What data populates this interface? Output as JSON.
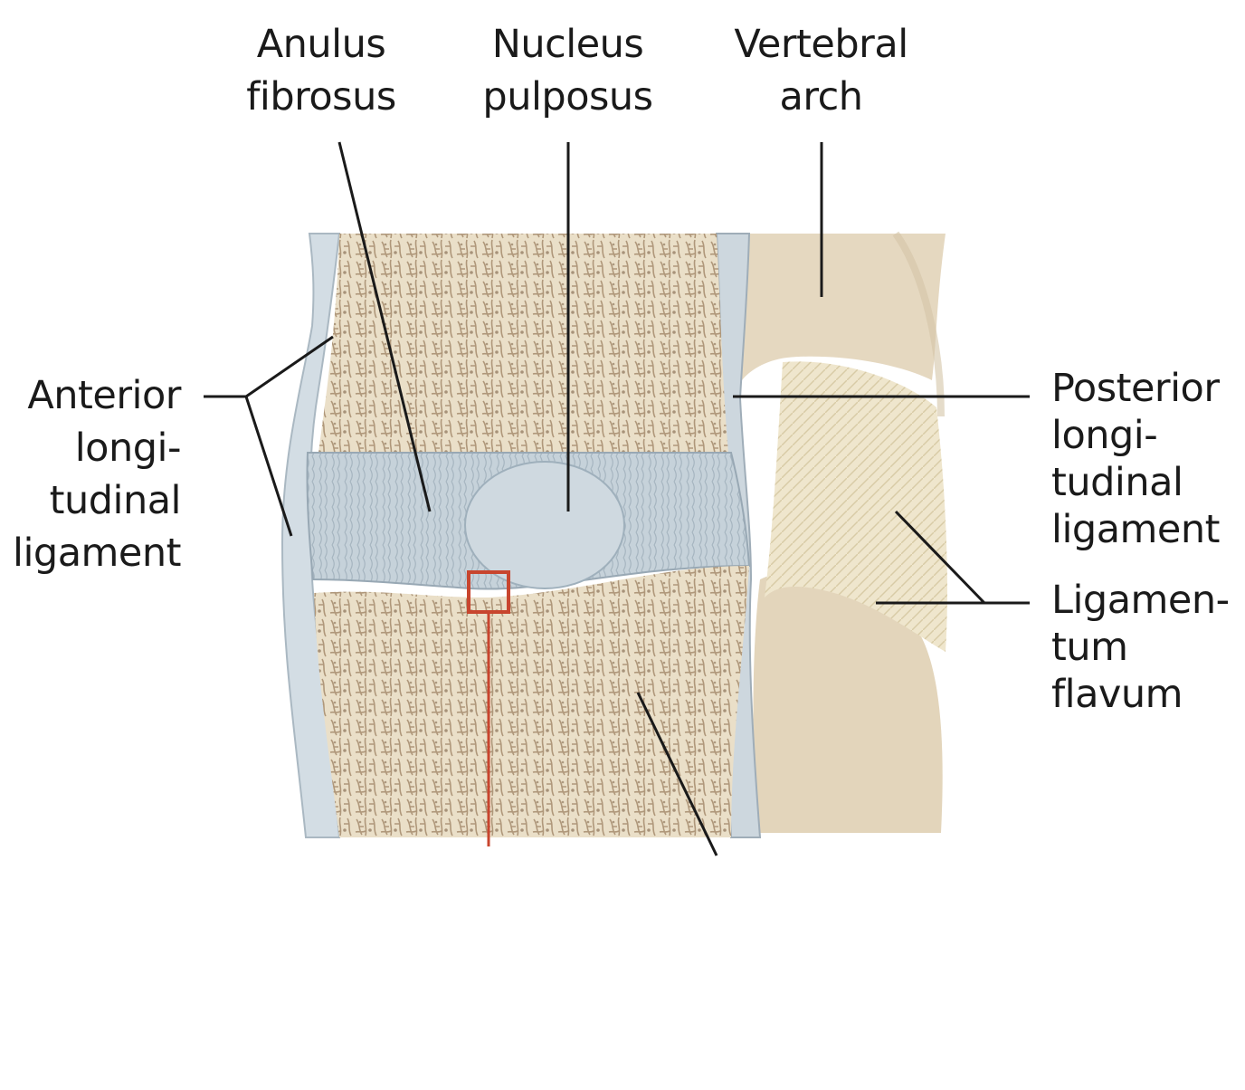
{
  "labels": {
    "anulus_fibrosus": [
      "Anulus",
      "fibrosus"
    ],
    "nucleus_pulposus": [
      "Nucleus",
      "pulposus"
    ],
    "vertebral_arch": [
      "Vertebral",
      "arch"
    ],
    "anterior_longitudinal_ligament": [
      "Anterior",
      "longi-",
      "tudinal",
      "ligament"
    ],
    "posterior_longitudinal_ligament": [
      "Posterior",
      "longi-",
      "tudinal",
      "ligament"
    ],
    "ligamentum_flavum": [
      "Ligamen-",
      "tum",
      "flavum"
    ]
  },
  "colors": {
    "bone": "#e9dcc4",
    "bone_dark": "#8a6e52",
    "disc": "#c9d4dc",
    "nucleus": "#cfd9e0",
    "ligament": "#d3dde4",
    "arch": "#e8dcc6",
    "flavum": "#efe7cf",
    "leader": "#1a1a1a",
    "highlight": "#c8452e"
  }
}
